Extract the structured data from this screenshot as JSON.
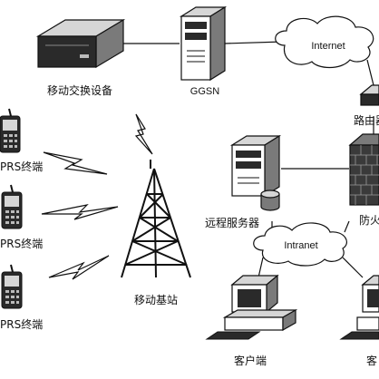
{
  "labels": {
    "switch": "移动交换设备",
    "ggsn": "GGSN",
    "internet": "Internet",
    "router": "路由器",
    "firewall": "防火",
    "remote_server": "远程服务器",
    "intranet": "Intranet",
    "client_left": "客户端",
    "client_right": "客",
    "base_station": "移动基站",
    "gprs_terminal_1": "PRS终端",
    "gprs_terminal_2": "PRS终端",
    "gprs_terminal_3": "PRS终端"
  },
  "colors": {
    "line": "#111111",
    "device_dark": "#2a2a2a",
    "device_mid": "#7a7a7a",
    "device_light": "#d6d6d6",
    "background": "#ffffff"
  }
}
